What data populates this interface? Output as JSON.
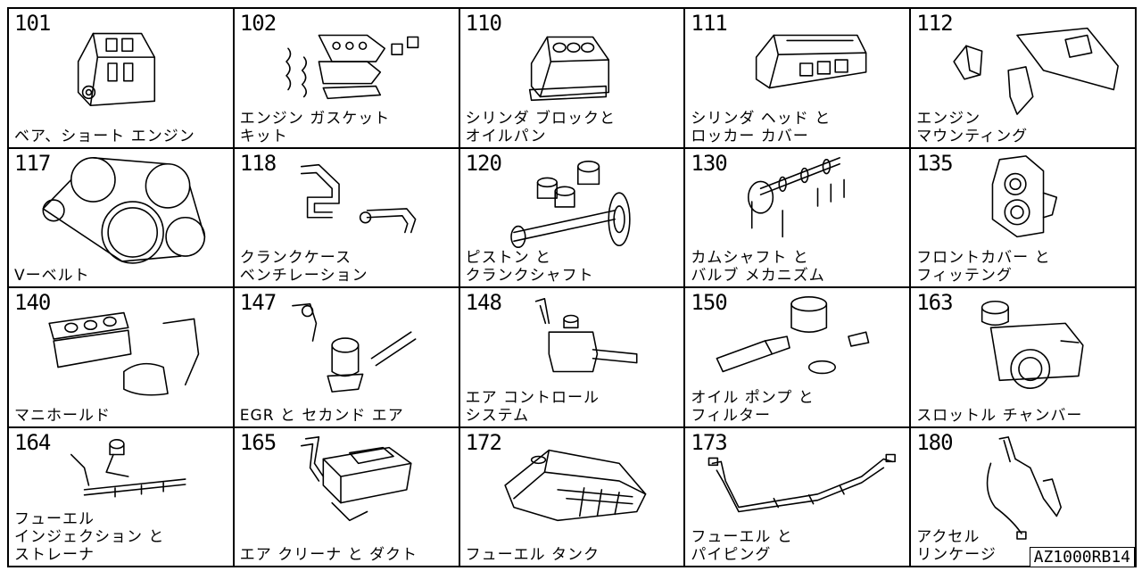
{
  "parts": [
    {
      "number": "101",
      "label_lines": [
        "ベア、ショート エンジン"
      ],
      "icon": "short-engine-icon"
    },
    {
      "number": "102",
      "label_lines": [
        "エンジン ガスケット",
        "キット"
      ],
      "icon": "gasket-kit-icon"
    },
    {
      "number": "110",
      "label_lines": [
        "シリンダ ブロックと",
        "オイルパン"
      ],
      "icon": "cylinder-block-icon"
    },
    {
      "number": "111",
      "label_lines": [
        "シリンダ ヘッド と",
        "ロッカー カバー"
      ],
      "icon": "cylinder-head-icon"
    },
    {
      "number": "112",
      "label_lines": [
        "エンジン",
        "マウンティング"
      ],
      "icon": "engine-mount-icon"
    },
    {
      "number": "117",
      "label_lines": [
        "Vーベルト"
      ],
      "icon": "v-belt-icon"
    },
    {
      "number": "118",
      "label_lines": [
        "クランクケース",
        "ベンチレーション"
      ],
      "icon": "crankcase-ventilation-icon"
    },
    {
      "number": "120",
      "label_lines": [
        "ピストン と",
        "クランクシャフト"
      ],
      "icon": "piston-crankshaft-icon"
    },
    {
      "number": "130",
      "label_lines": [
        "カムシャフト と",
        "バルブ メカニズム"
      ],
      "icon": "camshaft-valve-icon"
    },
    {
      "number": "135",
      "label_lines": [
        "フロントカバー と",
        "フィッテング"
      ],
      "icon": "front-cover-icon"
    },
    {
      "number": "140",
      "label_lines": [
        "マニホールド"
      ],
      "icon": "manifold-icon"
    },
    {
      "number": "147",
      "label_lines": [
        "EGR と セカンド エア"
      ],
      "icon": "egr-valve-icon"
    },
    {
      "number": "148",
      "label_lines": [
        "エア コントロール",
        "システム"
      ],
      "icon": "air-control-icon"
    },
    {
      "number": "150",
      "label_lines": [
        "オイル ポンプ と",
        "フィルター"
      ],
      "icon": "oil-pump-filter-icon"
    },
    {
      "number": "163",
      "label_lines": [
        "スロットル チャンバー"
      ],
      "icon": "throttle-chamber-icon"
    },
    {
      "number": "164",
      "label_lines": [
        "フューエル",
        "インジェクション と",
        "ストレーナ"
      ],
      "icon": "fuel-injection-icon"
    },
    {
      "number": "165",
      "label_lines": [
        "エア クリーナ と ダクト"
      ],
      "icon": "air-cleaner-icon"
    },
    {
      "number": "172",
      "label_lines": [
        "フューエル タンク"
      ],
      "icon": "fuel-tank-icon"
    },
    {
      "number": "173",
      "label_lines": [
        "フューエル と",
        "パイピング"
      ],
      "icon": "fuel-piping-icon"
    },
    {
      "number": "180",
      "label_lines": [
        "アクセル",
        "リンケージ"
      ],
      "icon": "accelerator-linkage-icon"
    }
  ],
  "diagram_code": "AZ1000RB14"
}
